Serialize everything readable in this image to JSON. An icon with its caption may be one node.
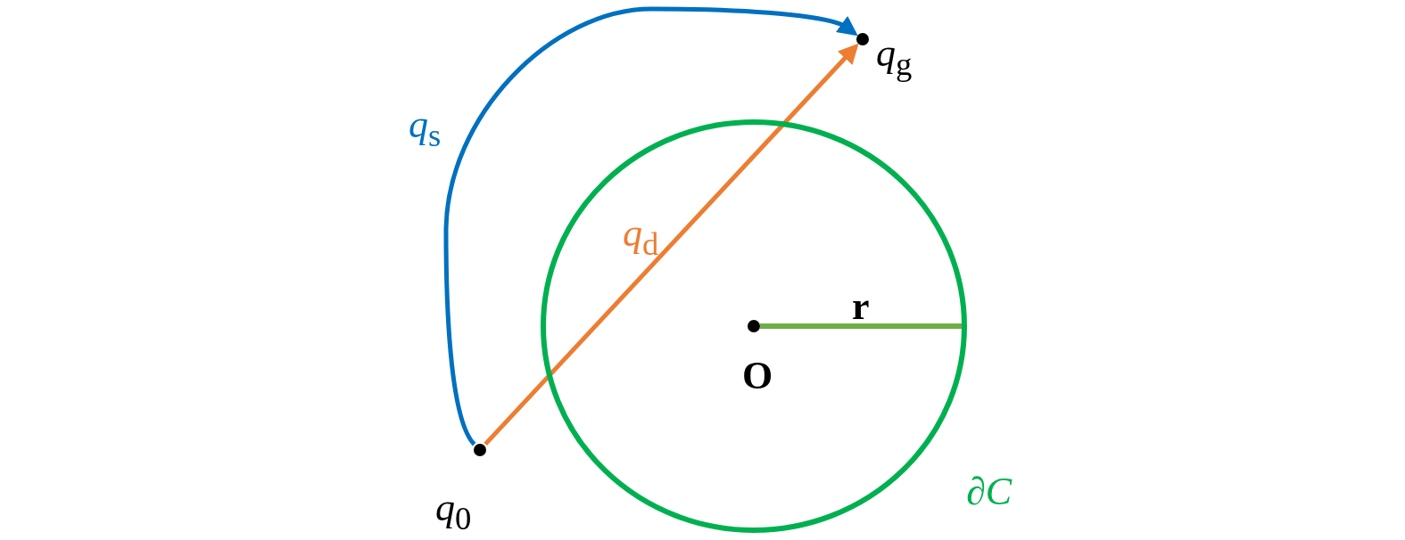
{
  "diagram": {
    "nodes": [
      {
        "text": [],
        "shape": "circle",
        "beside": [
          "*q*$_{0}$"
        ]
      },
      {
        "text": [],
        "shape": "circle",
        "beside": [
          "*q*$_{g}$"
        ]
      },
      {
        "text": [
          "∂*C*"
        ]
      },
      {
        "text": [],
        "shape": "circle",
        "beside": [
          "O"
        ],
        "in": 2
      }
    ],
    "edges": [
      {
        "from": 0,
        "to": 1,
        "arrow": "to",
        "label": "*q*$_{s}$",
        "color": "#0070c0"
      },
      {
        "from": 0,
        "to": 1,
        "arrow": "to",
        "label": "*q*$_{d}$",
        "color": "#ed7d31"
      }
    ],
    "labels": [
      "r"
    ]
  }
}
